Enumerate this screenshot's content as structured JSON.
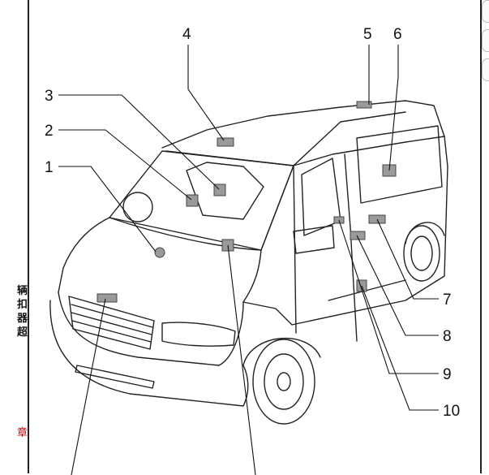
{
  "side_panel": {
    "lines": [
      "辆",
      "扣",
      "器",
      "超"
    ],
    "link_text": "章"
  },
  "callouts": [
    {
      "id": "callout-1",
      "label": "1"
    },
    {
      "id": "callout-2",
      "label": "2"
    },
    {
      "id": "callout-3",
      "label": "3"
    },
    {
      "id": "callout-4",
      "label": "4"
    },
    {
      "id": "callout-5",
      "label": "5"
    },
    {
      "id": "callout-6",
      "label": "6"
    },
    {
      "id": "callout-7",
      "label": "7"
    },
    {
      "id": "callout-8",
      "label": "8"
    },
    {
      "id": "callout-9",
      "label": "9"
    },
    {
      "id": "callout-10",
      "label": "10"
    }
  ],
  "colors": {
    "link_red": "#d40000",
    "line_black": "#111111",
    "component_gray": "#9a9a9a"
  }
}
